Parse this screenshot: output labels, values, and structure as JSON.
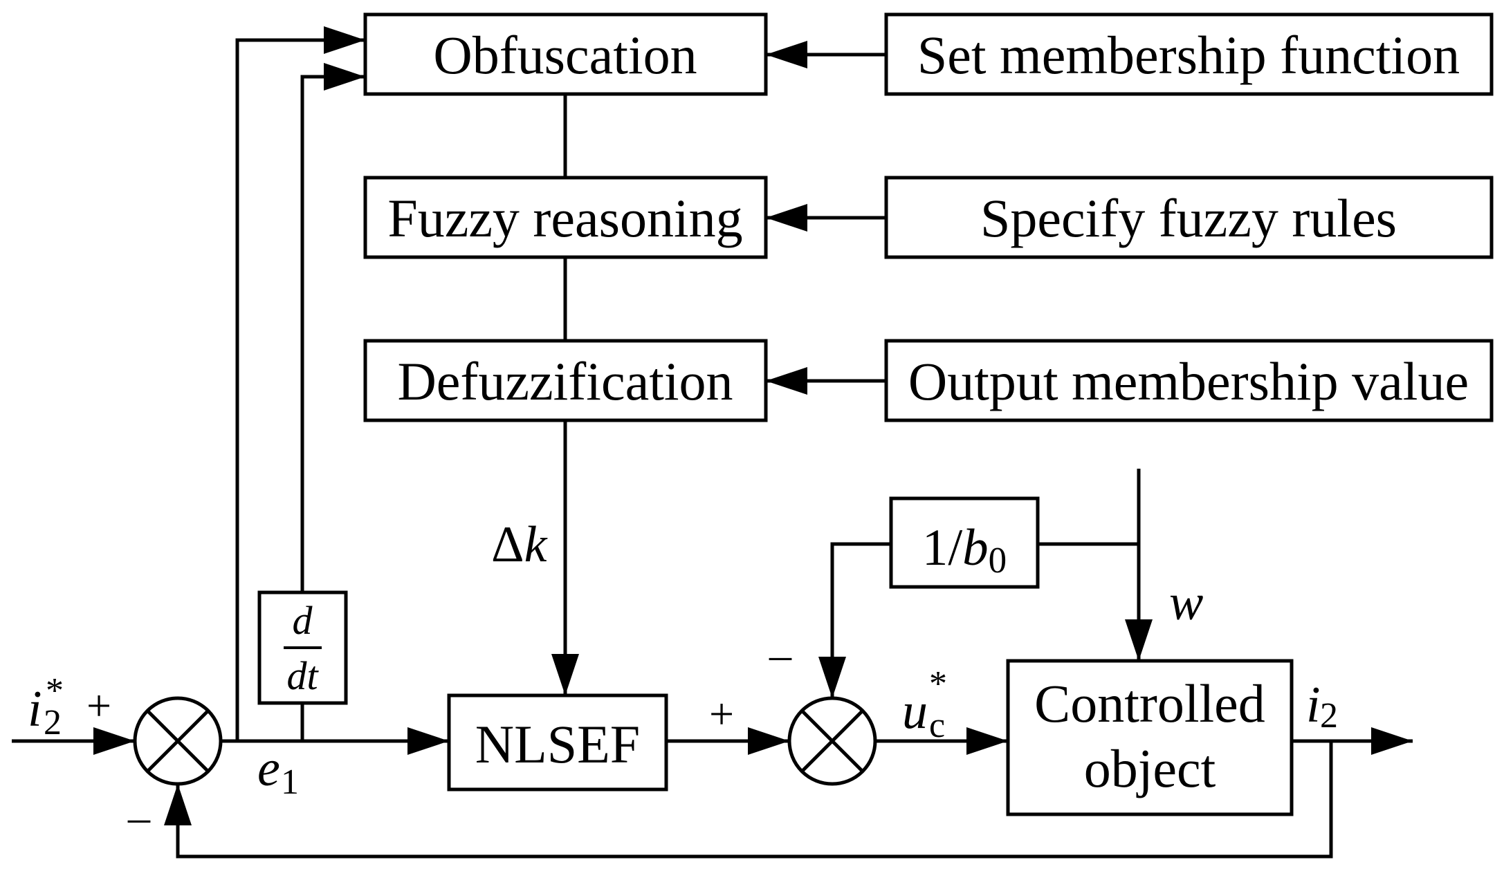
{
  "colors": {
    "ink": "#000000",
    "paper": "#ffffff"
  },
  "blocks": {
    "obfuscation": "Obfuscation",
    "set_membership": "Set membership function",
    "fuzzy_reasoning": "Fuzzy reasoning",
    "specify_rules": "Specify fuzzy rules",
    "defuzzification": "Defuzzification",
    "output_membership": "Output membership value",
    "nlsef": "NLSEF",
    "controlled_object": [
      "Controlled",
      "object"
    ],
    "gain": {
      "prefix": "1/",
      "var": "b",
      "sub": "0"
    },
    "derivative": {
      "num": "d",
      "den": "dt"
    }
  },
  "signals": {
    "reference": {
      "var": "i",
      "sub": "2",
      "sup": "*"
    },
    "error": {
      "var": "e",
      "sub": "1"
    },
    "delta_k": {
      "delta": "Δ",
      "var": "k"
    },
    "control": {
      "var": "u",
      "sub": "c",
      "sup": "*"
    },
    "disturbance": {
      "var": "w"
    },
    "output": {
      "var": "i",
      "sub": "2"
    }
  },
  "signs": {
    "sum1_plus": "+",
    "sum1_minus": "–",
    "sum2_plus": "+",
    "sum2_minus": "–"
  }
}
